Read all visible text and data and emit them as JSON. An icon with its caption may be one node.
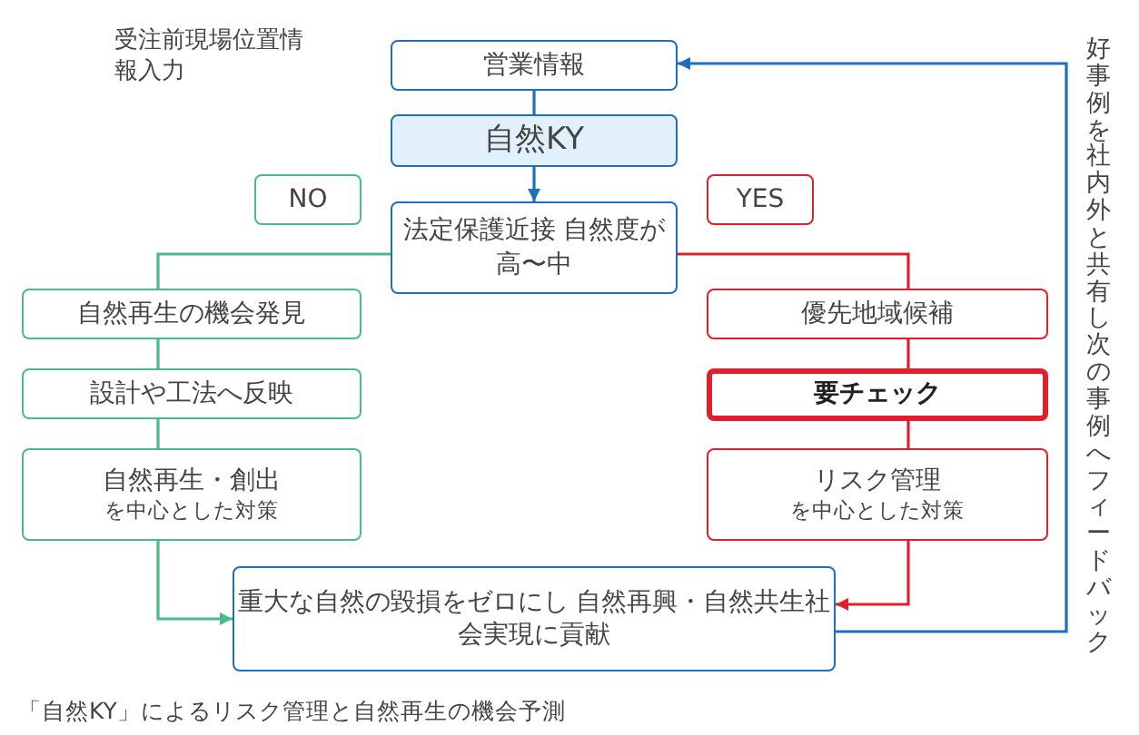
{
  "diagram": {
    "caption": "「自然KY」によるリスク管理と自然再生の機会予測",
    "nodes": [
      {
        "text": [
          "営業情報"
        ]
      },
      {
        "text": [
          "自然KY"
        ]
      },
      {
        "text": [
          "法定保護近接 自然度が高〜中"
        ]
      },
      {
        "text": [
          "NO"
        ]
      },
      {
        "text": [
          "YES"
        ]
      },
      {
        "text": [
          "自然再生の機会発見"
        ]
      },
      {
        "text": [
          "設計や工法へ反映"
        ]
      },
      {
        "text": [
          "自然再生・創出",
          "を中心とした対策"
        ]
      },
      {
        "text": [
          "優先地域候補"
        ]
      },
      {
        "text": [
          "要チェック"
        ]
      },
      {
        "text": [
          "リスク管理",
          "を中心とした対策"
        ]
      },
      {
        "text": [
          "重大な自然の毀損をゼロにし 自然再興・自然共生社会実現に貢献"
        ]
      }
    ],
    "edges": [
      {
        "from": 0,
        "to": 1,
        "arrow": "none",
        "color": "#1f6fba"
      },
      {
        "from": 1,
        "to": 2,
        "arrow": "to",
        "color": "#1f6fba"
      },
      {
        "from": 2,
        "to": 5,
        "arrow": "none",
        "color": "#4cba88"
      },
      {
        "from": 5,
        "to": 6,
        "arrow": "none",
        "color": "#4cba88"
      },
      {
        "from": 6,
        "to": 7,
        "arrow": "none",
        "color": "#4cba88"
      },
      {
        "from": 7,
        "to": 11,
        "arrow": "to",
        "color": "#4cba88"
      },
      {
        "from": 2,
        "to": 8,
        "arrow": "none",
        "color": "#e2202c"
      },
      {
        "from": 8,
        "to": 9,
        "arrow": "none",
        "color": "#e2202c"
      },
      {
        "from": 9,
        "to": 10,
        "arrow": "none",
        "color": "#e2202c"
      },
      {
        "from": 10,
        "to": 11,
        "arrow": "to",
        "color": "#e2202c"
      },
      {
        "from": 11,
        "to": 0,
        "arrow": "to",
        "color": "#1f6fba",
        "label": "好事例を社内外と共有し次の事例へフィードバック"
      }
    ],
    "labels": [
      "受注前現場位置情報入力"
    ]
  }
}
